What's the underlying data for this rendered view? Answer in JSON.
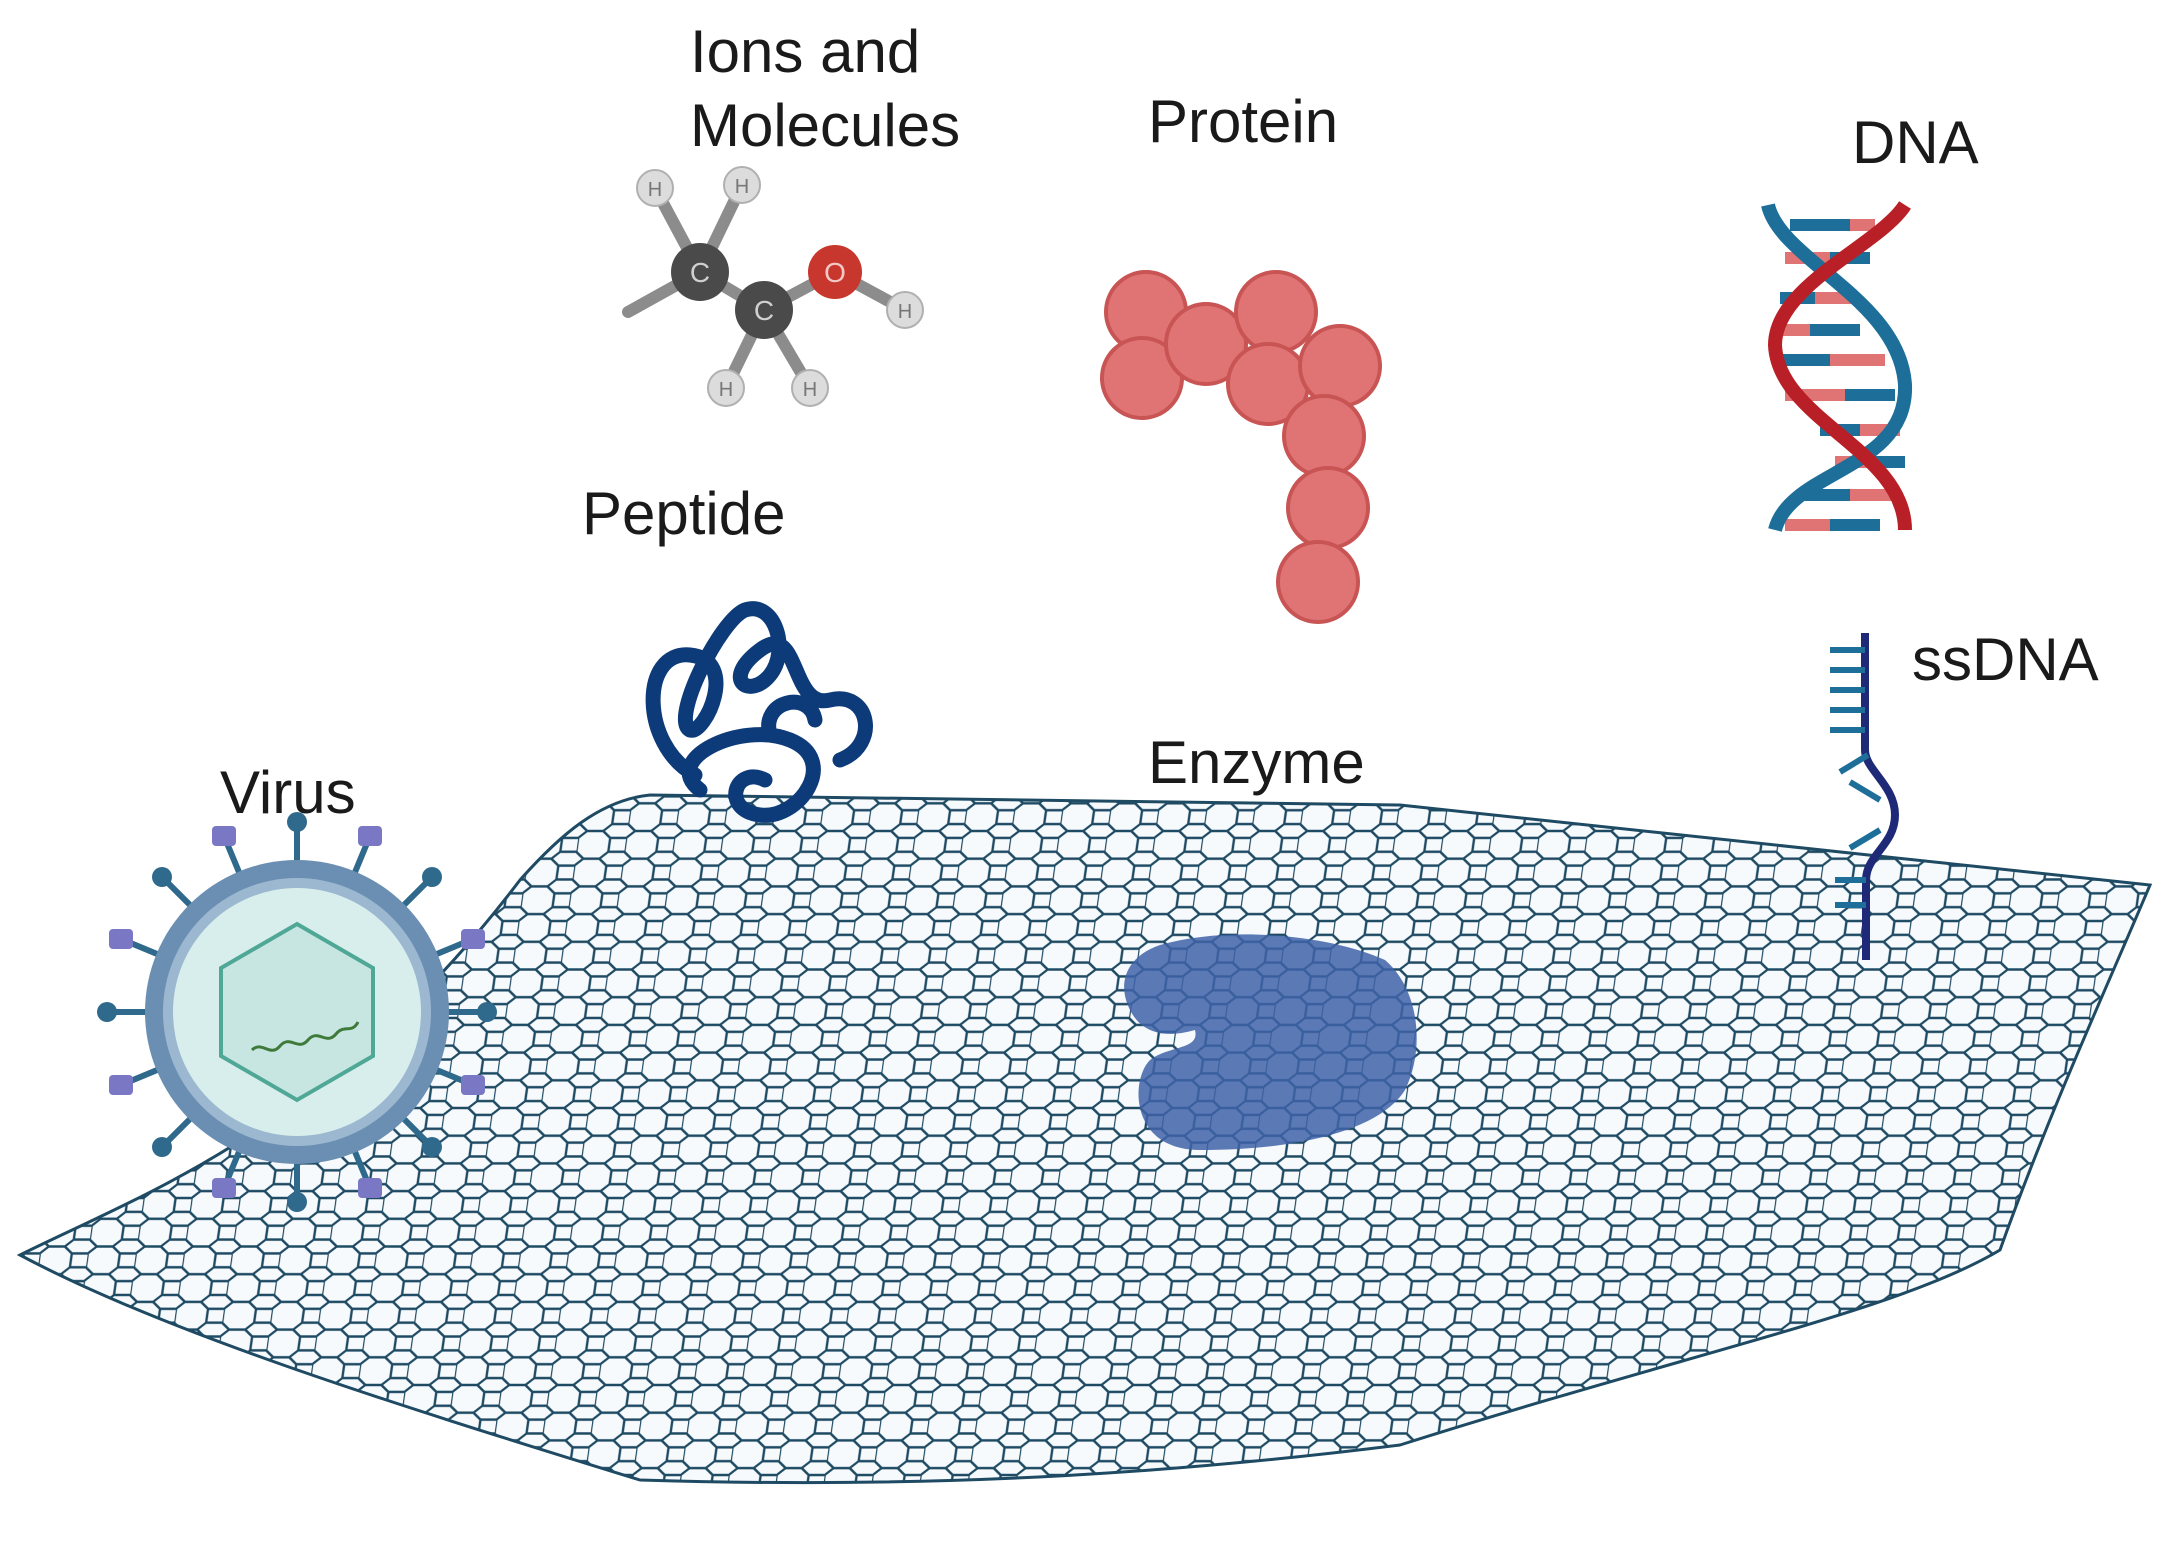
{
  "labels": {
    "ions_line1": "Ions and",
    "ions_line2": "Molecules",
    "protein": "Protein",
    "dna": "DNA",
    "peptide": "Peptide",
    "ssdna": "ssDNA",
    "virus": "Virus",
    "enzyme": "Enzyme"
  },
  "atoms": {
    "hydrogen": "H",
    "carbon": "C",
    "oxygen": "O"
  },
  "colors": {
    "sheet": "#1e4a63",
    "protein": "#e07474",
    "protein_stroke": "#c85454",
    "peptide": "#0d3b7a",
    "enzyme": "#3f63a8",
    "dna_red": "#b81f26",
    "dna_blue": "#1d6f9a",
    "ssdna": "#1e2a78",
    "virus_shell": "#6b8fb3",
    "virus_spike_a": "#2f6a8c",
    "virus_spike_b": "#7a78c4",
    "virus_core": "#d8eeec",
    "virus_capsid": "#4fa796",
    "carbon": "#4a4a4a",
    "hydrogen": "#dcdcdc",
    "oxygen": "#c8372d"
  }
}
